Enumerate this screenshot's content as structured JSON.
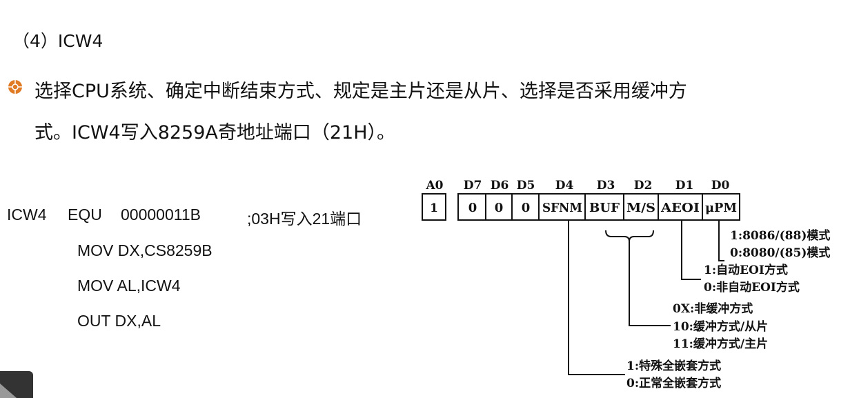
{
  "title": "（4）ICW4",
  "bullet": {
    "icon": "orange-target-bullet-icon",
    "line1": "选择CPU系统、确定中断结束方式、规定是主片还是从片、选择是否采用缓冲方",
    "line2": "式。ICW4写入8259A奇地址端口（21H）。"
  },
  "code": {
    "line1": {
      "label": "ICW4",
      "op": "EQU",
      "value": "00000011B",
      "comment": ";03H写入21端口"
    },
    "line2": "MOV DX,CS8259B",
    "line3": "MOV AL,ICW4",
    "line4": "OUT DX,AL"
  },
  "diagram": {
    "a0": {
      "header": "A0",
      "value": "1"
    },
    "bits": [
      {
        "header": "D7",
        "value": "0"
      },
      {
        "header": "D6",
        "value": "0"
      },
      {
        "header": "D5",
        "value": "0"
      },
      {
        "header": "D4",
        "value": "SFNM"
      },
      {
        "header": "D3",
        "value": "BUF"
      },
      {
        "header": "D2",
        "value": "M/S"
      },
      {
        "header": "D1",
        "value": "AEOI"
      },
      {
        "header": "D0",
        "value": "μPM"
      }
    ],
    "upm": [
      "1:8086/(88)模式",
      "0:8080/(85)模式"
    ],
    "aeoi": [
      "1:自动EOI方式",
      "0:非自动EOI方式"
    ],
    "buf": [
      "0X:非缓冲方式",
      "10:缓冲方式/从片",
      "11:缓冲方式/主片"
    ],
    "sfnm": [
      "1:特殊全嵌套方式",
      "0:正常全嵌套方式"
    ]
  },
  "colors": {
    "bullet": "#e07b24",
    "corner": "#333333"
  }
}
